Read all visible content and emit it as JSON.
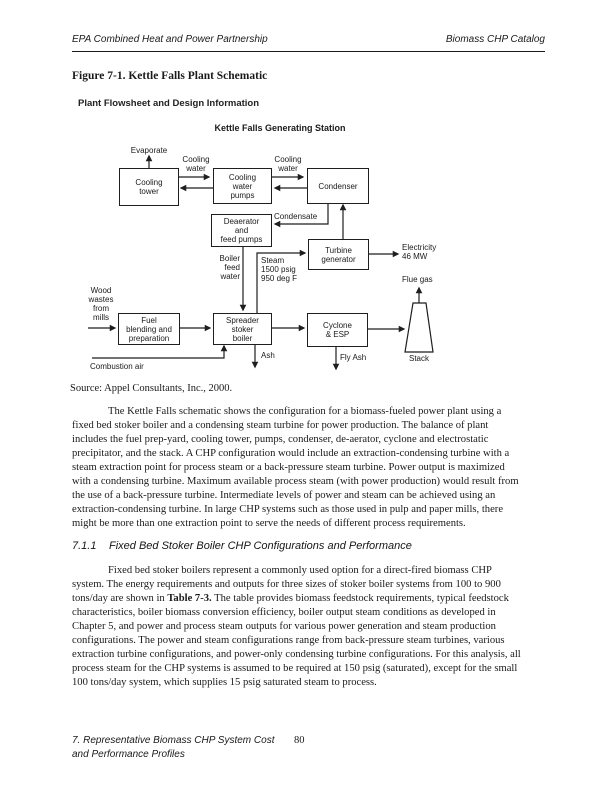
{
  "header": {
    "left": "EPA Combined Heat and Power Partnership",
    "right": "Biomass CHP Catalog"
  },
  "figure": {
    "title": "Figure 7-1. Kettle Falls Plant Schematic",
    "subtitle": "Plant Flowsheet and Design Information",
    "diagram_title": "Kettle Falls Generating Station",
    "boxes": {
      "cooling_tower": "Cooling\ntower",
      "cooling_water_pumps": "Cooling\nwater\npumps",
      "condenser": "Condenser",
      "deaerator": "Deaerator\nand\nfeed pumps",
      "turbine_generator": "Turbine\ngenerator",
      "fuel_blending": "Fuel\nblending and\npreparation",
      "spreader_stoker": "Spreader\nstoker\nboiler",
      "cyclone_esp": "Cyclone\n& ESP"
    },
    "labels": {
      "evaporate": "Evaporate",
      "cooling_water_1": "Cooling\nwater",
      "cooling_water_2": "Cooling\nwater",
      "condensate": "Condensate",
      "electricity": "Electricity\n46 MW",
      "flue_gas": "Flue gas",
      "boiler_feed_water": "Boiler\nfeed\nwater",
      "steam": "Steam\n1500 psig\n950 deg F",
      "wood_wastes": "Wood\nwastes\nfrom\nmills",
      "combustion_air": "Combustion air",
      "ash": "Ash",
      "fly_ash": "Fly Ash",
      "stack": "Stack"
    },
    "source": "Source: Appel Consultants, Inc., 2000."
  },
  "body": {
    "para1_lines": [
      "The Kettle Falls schematic shows the configuration for a biomass-fueled power plant using a",
      "fixed bed stoker boiler and a condensing steam turbine for power production. The balance of plant",
      "includes the fuel prep-yard, cooling tower, pumps, condenser, de-aerator, cyclone and electrostatic",
      "precipitator, and the stack. A CHP configuration would include an extraction-condensing turbine with a",
      "steam extraction point for process steam or a back-pressure steam turbine. Power output is maximized",
      "with a condensing turbine. Maximum available process steam (with power production) would result from",
      "the use of a back-pressure turbine. Intermediate levels of power and steam can be achieved using an",
      "extraction-condensing turbine. In large CHP systems such as those used in pulp and paper mills, there",
      "might be more than one extraction point to serve the needs of different process requirements."
    ],
    "section_heading": {
      "number": "7.1.1",
      "text": "Fixed Bed Stoker Boiler CHP Configurations and Performance"
    },
    "para2_lines": [
      "Fixed bed stoker boilers represent a commonly used option for a direct-fired biomass CHP",
      "system. The energy requirements and outputs for three sizes of stoker boiler systems from 100 to 900",
      "tons/day are shown in Table 7-3. The table provides biomass feedstock requirements, typical feedstock",
      "characteristics, boiler biomass conversion efficiency, boiler output steam conditions as developed in",
      "Chapter 5, and power and process steam outputs for various power generation and steam production",
      "configurations. The power and steam configurations range from back-pressure steam turbines, various",
      "extraction turbine configurations, and power-only condensing turbine configurations. For this analysis, all",
      "process steam for the CHP systems is assumed to be required at 150 psig (saturated), except for the small",
      "100 tons/day system, which supplies 15 psig saturated steam to process."
    ],
    "bold_phrases": [
      "Table 7-3."
    ]
  },
  "footer": {
    "left_line1": "7. Representative Biomass CHP System Cost",
    "left_line2": "and Performance Profiles",
    "page_number": "80"
  },
  "colors": {
    "ink": "#1a1a1a",
    "paper": "#ffffff"
  }
}
